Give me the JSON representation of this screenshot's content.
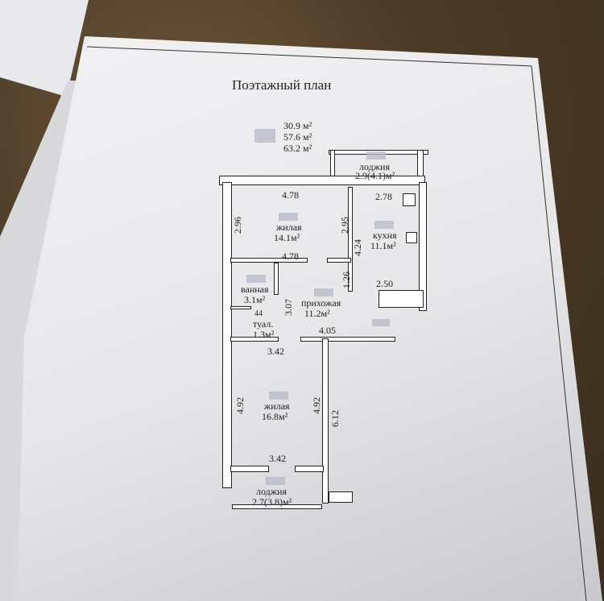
{
  "title": "Поэтажный план",
  "areas": [
    "30.9 м²",
    "57.6 м²",
    "63.2 м²"
  ],
  "rooms": {
    "loggia_top": {
      "name": "лоджия",
      "area": "2.9(4.1)м²"
    },
    "living1": {
      "name": "жилая",
      "area": "14.1м²"
    },
    "kitchen": {
      "name": "кухня",
      "area": "11.1м²"
    },
    "bath": {
      "name": "ванная",
      "area": "3.1м²"
    },
    "hall": {
      "name": "прихожая",
      "area": "11.2м²"
    },
    "toilet": {
      "name": "туал.",
      "area": "1.3м²",
      "num": "44"
    },
    "living2": {
      "name": "жилая",
      "area": "16.8м²"
    },
    "loggia_bottom": {
      "name": "лоджия",
      "area": "2.7(3.8)м²"
    }
  },
  "dims": {
    "d1": "4.78",
    "d2": "2.78",
    "d3": "2.96",
    "d4": "2.95",
    "d5": "4.24",
    "d6": "4.78",
    "d7": "1.26",
    "d8": "2.50",
    "d9": "3.07",
    "d10": "4.05",
    "d11": "3.42",
    "d12": "4.92",
    "d13": "4.92",
    "d14": "6.12",
    "d15": "3.42"
  }
}
